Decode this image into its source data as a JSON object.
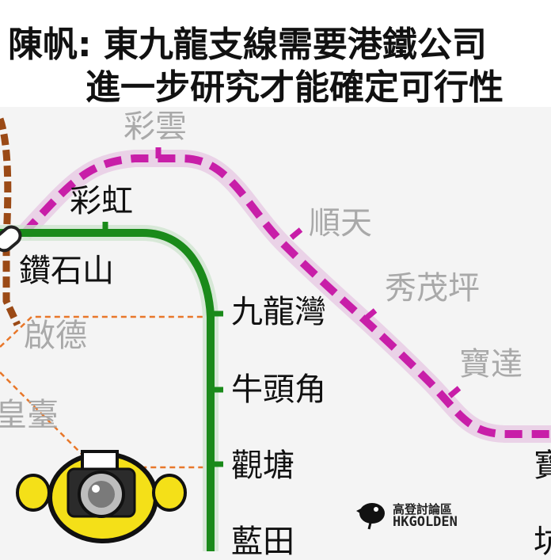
{
  "headline": {
    "line1": "陳帆: 東九龍支線需要港鐵公司",
    "line2": "進一步研究才能確定可行性"
  },
  "stations": {
    "choi_wan": "彩雲",
    "choi_hung": "彩虹",
    "diamond_hill": "鑽石山",
    "kai_tak": "啟德",
    "sung_wong_toi_partial": "皇臺",
    "kowloon_bay": "九龍灣",
    "ngau_tau_kok": "牛頭角",
    "kwun_tong": "觀塘",
    "lam_tin_partial": "藍田",
    "shun_tin": "順天",
    "sau_mau_ping": "秀茂坪",
    "po_tat": "寶達",
    "edge_char_1": "寶",
    "edge_char_2": "坑"
  },
  "colors": {
    "kwun_tong_line": "#1a8a1a",
    "east_kowloon_line": "#c81ea8",
    "tuen_ma_line": "#9b4a16",
    "dashed_orange": "#e8772a"
  },
  "brand": {
    "zh": "高登討論區",
    "en": "HKGOLDEN"
  }
}
